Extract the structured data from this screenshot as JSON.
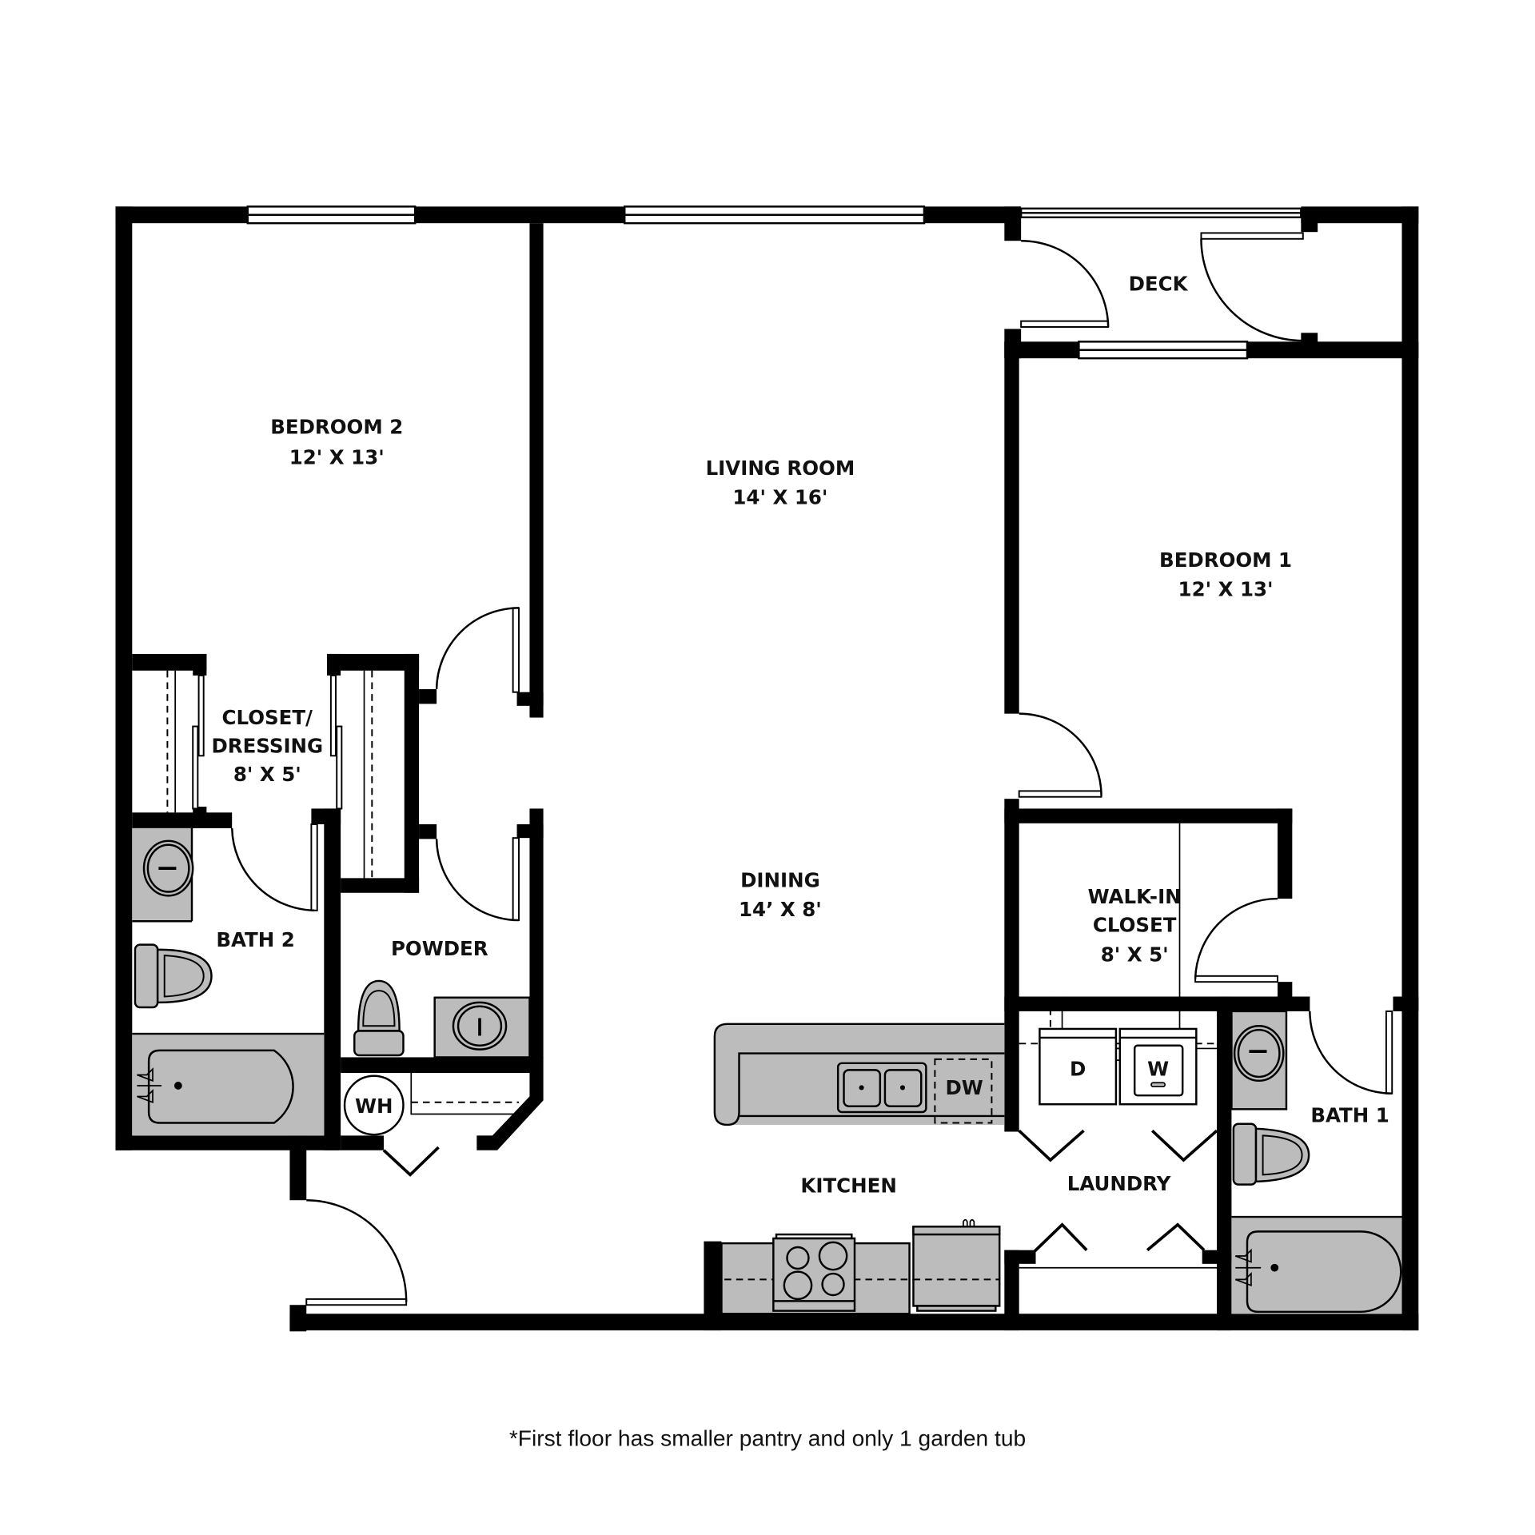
{
  "floorplan": {
    "colors": {
      "wall": "#000000",
      "fixture_fill": "#bcbcbc",
      "background": "#ffffff"
    },
    "rooms": {
      "bedroom2": {
        "name": "BEDROOM 2",
        "size": "12' X 13'"
      },
      "living": {
        "name": "LIVING ROOM",
        "size": "14' X 16'"
      },
      "deck": {
        "name": "DECK"
      },
      "bedroom1": {
        "name": "BEDROOM 1",
        "size": "12' X 13'"
      },
      "closet_dressing": {
        "name_line1": "CLOSET/",
        "name_line2": "DRESSING",
        "size": "8' X 5'"
      },
      "dining": {
        "name": "DINING",
        "size": "14’ X 8'"
      },
      "walkin": {
        "name_line1": "WALK-IN",
        "name_line2": "CLOSET",
        "size": "8' X 5'"
      },
      "bath2": {
        "name": "BATH 2"
      },
      "powder": {
        "name": "POWDER"
      },
      "kitchen": {
        "name": "KITCHEN"
      },
      "laundry": {
        "name": "LAUNDRY"
      },
      "bath1": {
        "name": "BATH 1"
      }
    },
    "fixtures": {
      "water_heater": "WH",
      "dishwasher": "DW",
      "dryer": "D",
      "washer": "W"
    },
    "footnote": "*First floor has smaller pantry and only 1 garden tub"
  }
}
